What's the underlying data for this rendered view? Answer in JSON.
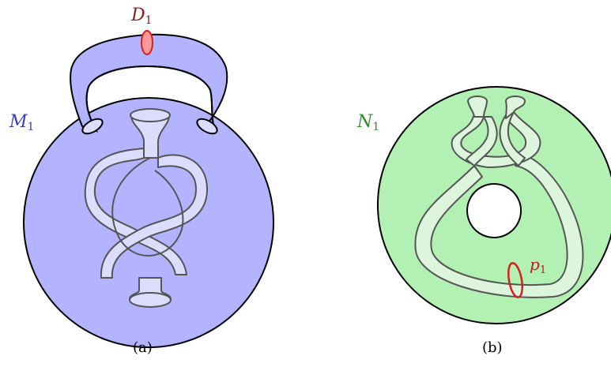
{
  "panels": [
    {
      "caption": "(a)",
      "label_main": "M",
      "label_main_sub": "1",
      "label_disk": "D",
      "label_disk_sub": "1",
      "fill_color": "#b3b3ff",
      "tube_color": "#dcdcff",
      "label_color": "#3c3cb4"
    },
    {
      "caption": "(b)",
      "label_main": "N",
      "label_main_sub": "1",
      "label_curve": "p",
      "label_curve_sub": "1",
      "fill_color": "#b3f0b3",
      "tube_color": "#dcf5dc",
      "label_color": "#2e8b2e"
    }
  ],
  "accent_red": "#d61f1f",
  "disk_fill": "#ff9999",
  "outline_color": "#555555"
}
